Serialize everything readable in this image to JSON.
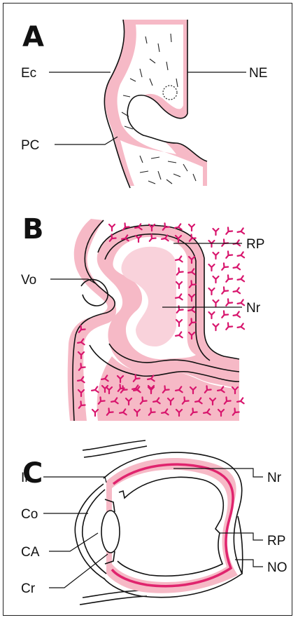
{
  "colors": {
    "tissue_pink": "#f6b9c6",
    "accent_magenta": "#d8156d",
    "line": "#111111"
  },
  "panels": {
    "A": {
      "letter": "A",
      "labels": {
        "ec": "Ec",
        "ne": "NE",
        "pc": "PC"
      }
    },
    "B": {
      "letter": "B",
      "labels": {
        "rp": "RP",
        "vo": "Vo",
        "nr": "Nr"
      }
    },
    "C": {
      "letter": "C",
      "labels": {
        "ir": "Ir",
        "nr": "Nr",
        "co": "Co",
        "rp": "RP",
        "ca": "CA",
        "no": "NO",
        "cr": "Cr"
      }
    }
  }
}
